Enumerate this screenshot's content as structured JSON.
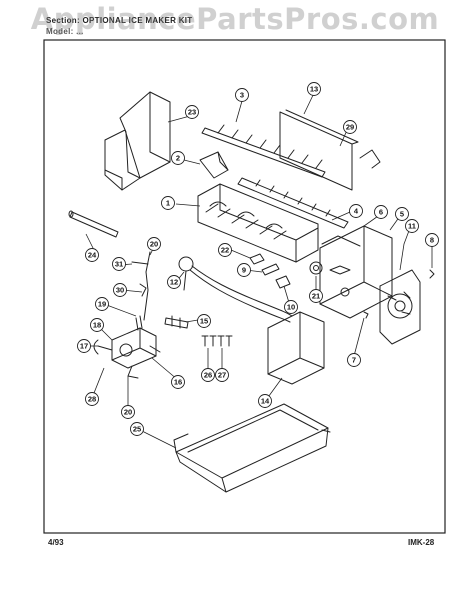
{
  "header": {
    "section_line": "Section: OPTIONAL ICE MAKER KIT",
    "model_line": "Model: ..."
  },
  "watermark": {
    "text": "AppliancePartsPros.com"
  },
  "footer": {
    "date": "4/93",
    "code": "IMK-28"
  },
  "callouts": [
    "1",
    "2",
    "3",
    "4",
    "5",
    "6",
    "7",
    "8",
    "9",
    "10",
    "11",
    "12",
    "13",
    "14",
    "15",
    "16",
    "17",
    "18",
    "19",
    "20",
    "20",
    "21",
    "22",
    "23",
    "24",
    "25",
    "26",
    "27",
    "28",
    "29",
    "30",
    "31"
  ]
}
